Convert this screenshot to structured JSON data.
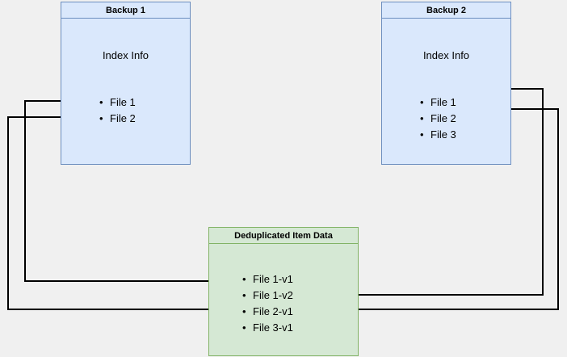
{
  "diagram": {
    "background_color": "#f0f0f0",
    "boxes": [
      {
        "id": "backup1",
        "header": "Backup 1",
        "title": "Index Info",
        "fill": "#dae8fc",
        "stroke": "#6c8ebf",
        "items": [
          "File 1",
          "File 2"
        ]
      },
      {
        "id": "backup2",
        "header": "Backup 2",
        "title": "Index Info",
        "fill": "#dae8fc",
        "stroke": "#6c8ebf",
        "items": [
          "File 1",
          "File 2",
          "File 3"
        ]
      },
      {
        "id": "dedup",
        "header": "Deduplicated Item Data",
        "title": "",
        "fill": "#d5e8d4",
        "stroke": "#82b366",
        "items": [
          "File 1-v1",
          "File 1-v2",
          "File 2-v1",
          "File 3-v1"
        ]
      }
    ],
    "connector_color": "#000000"
  }
}
